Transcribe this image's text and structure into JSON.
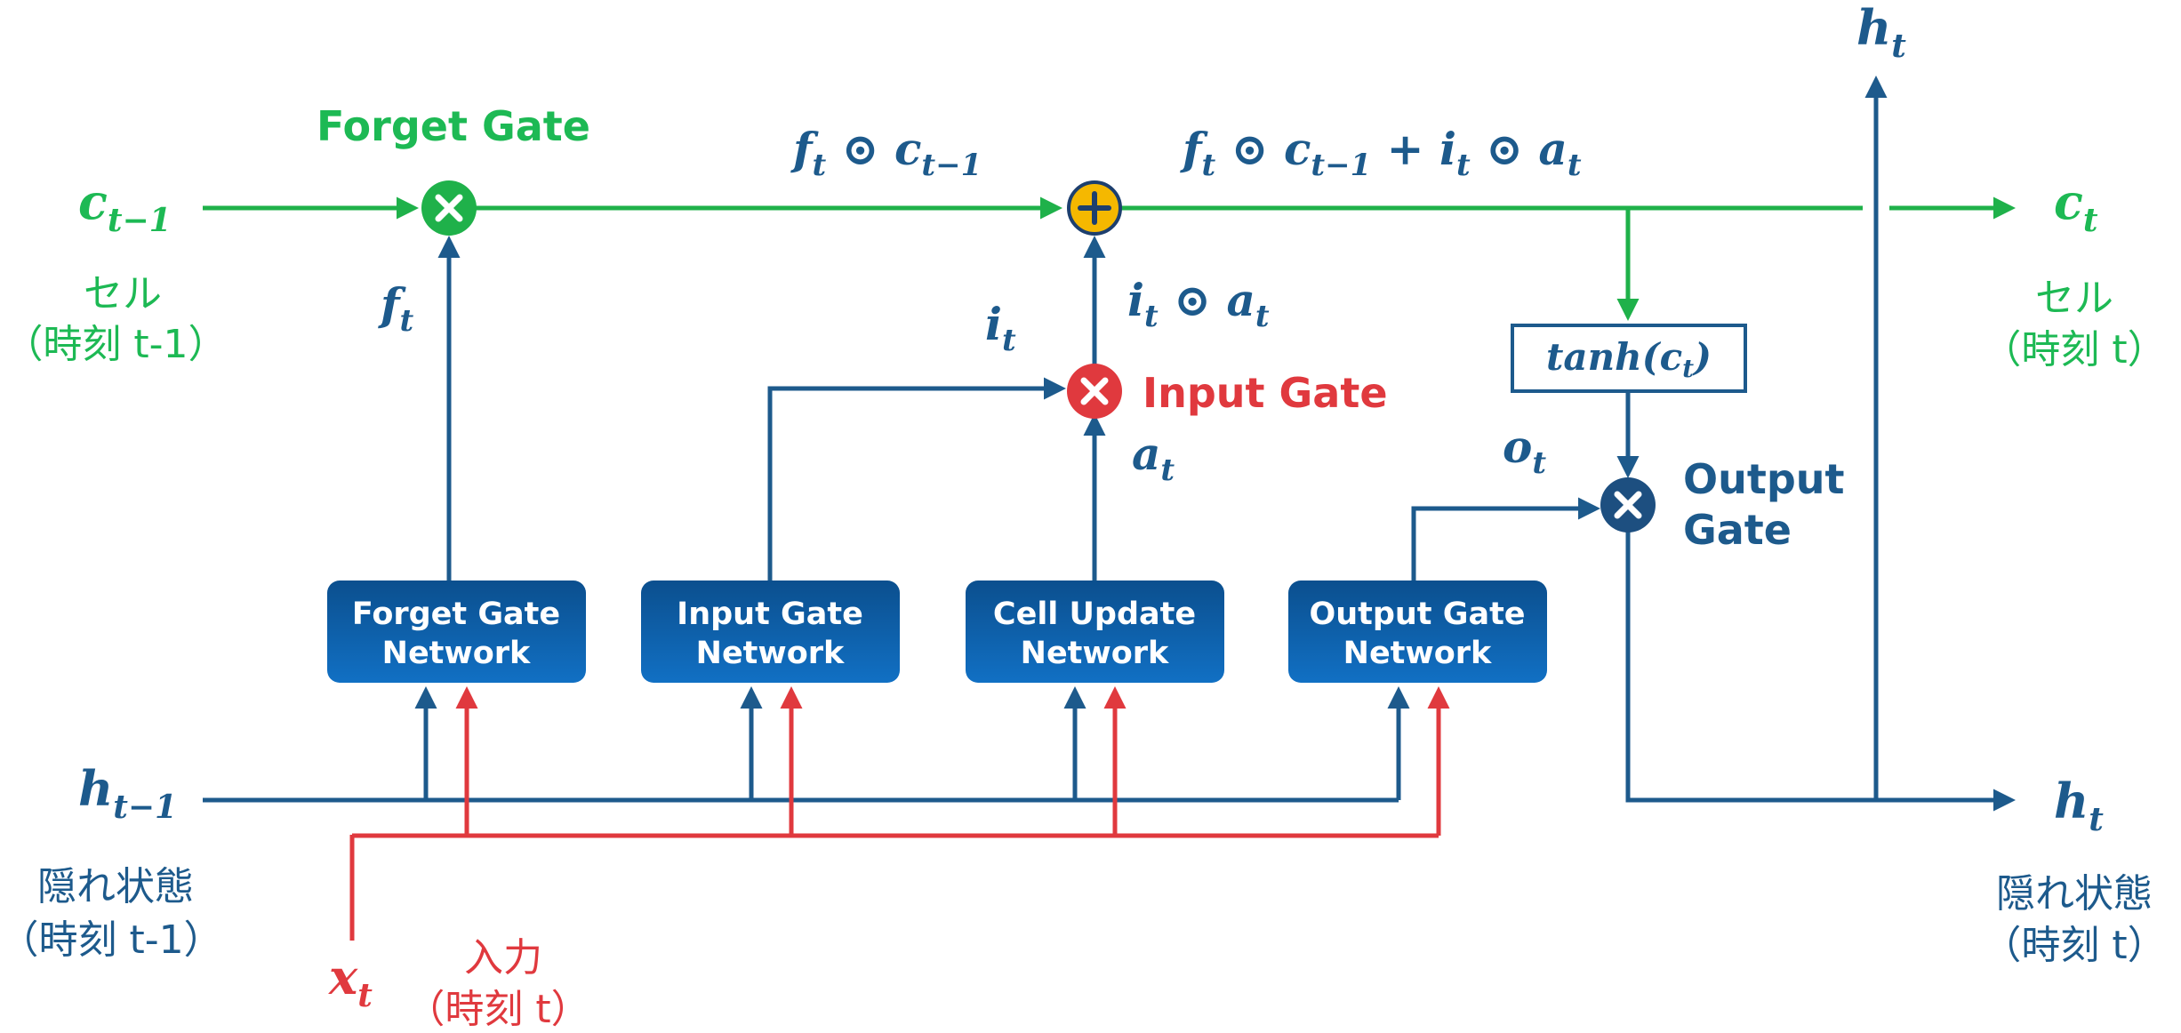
{
  "colors": {
    "cell_path": "#1fb14a",
    "hidden_path": "#1d5a8c",
    "input_path": "#e0393e",
    "add_node": "#f5b800",
    "network_box": "#0d5aa0"
  },
  "cell_state": {
    "prev_symbol": "c",
    "prev_sub": "t−1",
    "prev_caption_1": "セル",
    "prev_caption_2": "（時刻 t-1）",
    "next_symbol": "c",
    "next_sub": "t",
    "next_caption_1": "セル",
    "next_caption_2": "（時刻 t）"
  },
  "hidden_state": {
    "prev_symbol": "h",
    "prev_sub": "t−1",
    "prev_caption_1": "隠れ状態",
    "prev_caption_2": "（時刻 t-1）",
    "next_symbol": "h",
    "next_sub": "t",
    "next_caption_1": "隠れ状態",
    "next_caption_2": "（時刻 t）",
    "top_symbol": "h",
    "top_sub": "t"
  },
  "input": {
    "symbol": "x",
    "sub": "t",
    "caption_1": "入力",
    "caption_2": "（時刻 t）"
  },
  "gates": {
    "forget": "Forget Gate",
    "input": "Input Gate",
    "output_line1": "Output",
    "output_line2": "Gate"
  },
  "networks": [
    {
      "line1": "Forget Gate",
      "line2": "Network"
    },
    {
      "line1": "Input Gate",
      "line2": "Network"
    },
    {
      "line1": "Cell Update",
      "line2": "Network"
    },
    {
      "line1": "Output Gate",
      "line2": "Network"
    }
  ],
  "labels": {
    "f": {
      "base": "f",
      "sub": "t"
    },
    "i": {
      "base": "i",
      "sub": "t"
    },
    "a": {
      "base": "a",
      "sub": "t"
    },
    "o": {
      "base": "o",
      "sub": "t"
    },
    "f_odot_c": {
      "a": "f",
      "a_sub": "t",
      "op": " ⊙ ",
      "b": "c",
      "b_sub": "t−1"
    },
    "i_odot_a": {
      "a": "i",
      "a_sub": "t",
      "op": " ⊙ ",
      "b": "a",
      "b_sub": "t"
    },
    "sum": {
      "a": "f",
      "a_sub": "t",
      "op1": " ⊙ ",
      "b": "c",
      "b_sub": "t−1",
      "op2": " + ",
      "c": "i",
      "c_sub": "t",
      "op3": " ⊙ ",
      "d": "a",
      "d_sub": "t"
    },
    "tanh": {
      "fn": "tanh(",
      "arg": "c",
      "arg_sub": "t",
      "close": ")"
    }
  },
  "icons": {
    "multiply": "multiply-node-icon",
    "add": "add-node-icon"
  }
}
